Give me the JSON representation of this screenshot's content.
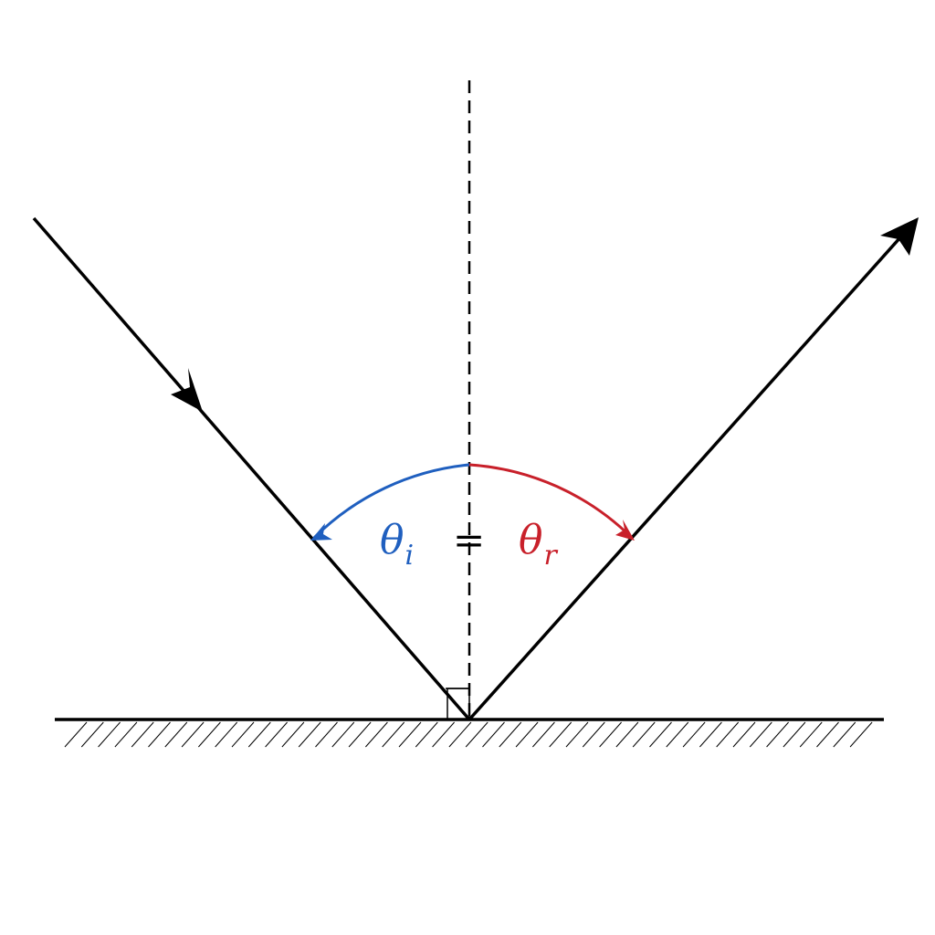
{
  "diagram": {
    "labels": {
      "incident_symbol": "θ",
      "incident_subscript": "i",
      "equals": "=",
      "reflected_symbol": "θ",
      "reflected_subscript": "r"
    },
    "colors": {
      "line": "#000000",
      "incident_angle": "#1f5fbf",
      "reflected_angle": "#c8202a",
      "background": "#ffffff"
    }
  }
}
